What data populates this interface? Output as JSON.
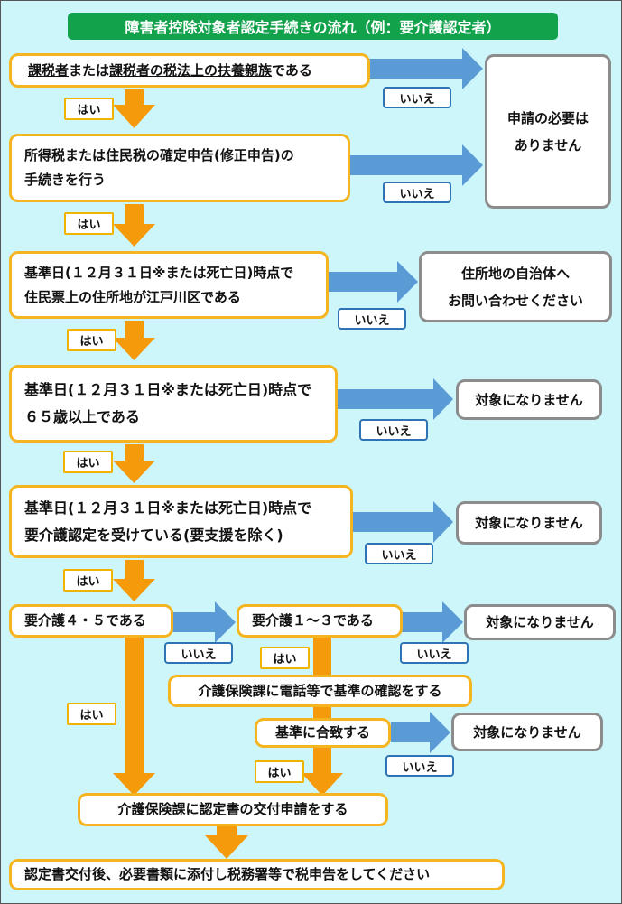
{
  "title": "障害者控除対象者認定手続きの流れ（例：要介護認定者）",
  "steps": {
    "s1": {
      "part1": "課税者",
      "part2": "または",
      "part3": "課税者の税法上の扶養親族",
      "part4": "である"
    },
    "s2": {
      "line1": "所得税または住民税の確定申告(修正申告)の",
      "line2": "手続きを行う"
    },
    "s3": {
      "line1": "基準日(１２月３１日※または死亡日)時点で",
      "line2": "住民票上の住所地が江戸川区である"
    },
    "s4": {
      "line1": "基準日(１２月３１日※または死亡日)時点で",
      "line2": "６５歳以上である"
    },
    "s5": {
      "line1": "基準日(１２月３１日※または死亡日)時点で",
      "line2": "要介護認定を受けている(要支援を除く)"
    },
    "s6a": "要介護４・５である",
    "s6b": "要介護１～３である",
    "s7": "介護保険課に電話等で基準の確認をする",
    "s8": "基準に合致する",
    "s9": "介護保険課に認定書の交付申請をする",
    "s10": "認定書交付後、必要書類に添付し税務署等で税申告をしてください"
  },
  "outcomes": {
    "no_need": {
      "line1": "申請の必要は",
      "line2": "ありません"
    },
    "ask": {
      "line1": "住所地の自治体へ",
      "line2": "お問い合わせください"
    },
    "not_eligible": "対象になりません"
  },
  "labels": {
    "yes": "はい",
    "no": "いいえ"
  },
  "colors": {
    "background": "#cdf6fb",
    "title_bg": "#12a24b",
    "yes_arrow": "#f59a0a",
    "no_arrow": "#5b9bd5",
    "yes_border": "#f5b520",
    "outcome_border": "#8c8c8c"
  }
}
